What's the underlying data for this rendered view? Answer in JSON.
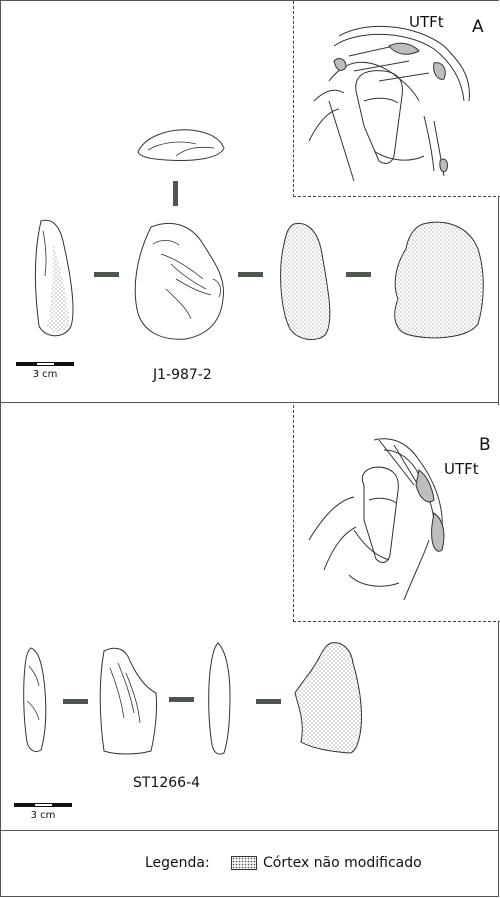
{
  "panel_a": {
    "letter": "A",
    "label": "UTFt",
    "specimen_id": "J1-987-2",
    "scale_label": "3 cm"
  },
  "panel_b": {
    "letter": "B",
    "label": "UTFt",
    "specimen_id": "ST1266-4",
    "scale_label": "3 cm"
  },
  "legend": {
    "title": "Legenda:",
    "cortex_label": "Córtex não modificado"
  },
  "colors": {
    "line": "#333333",
    "connector": "#4f5650",
    "utf_fill": "#bdbdbd",
    "cortex_stipple": "#555555"
  }
}
